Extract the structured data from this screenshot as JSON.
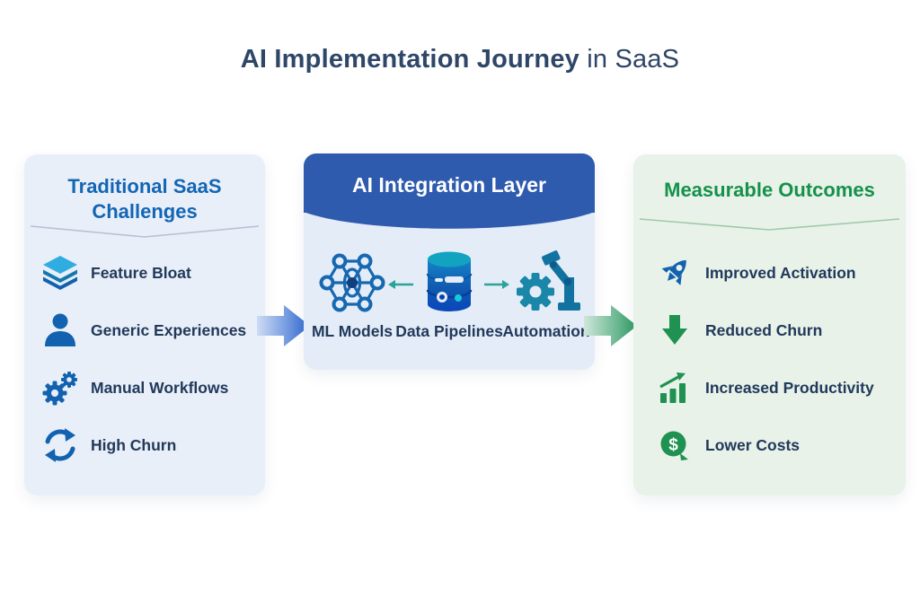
{
  "title": {
    "main": "AI Implementation Journey",
    "suffix": " in SaaS"
  },
  "panels": {
    "challenges": {
      "title": "Traditional SaaS Challenges",
      "items": [
        {
          "icon": "layers-icon",
          "label": "Feature Bloat"
        },
        {
          "icon": "user-icon",
          "label": "Generic Experiences"
        },
        {
          "icon": "gears-icon",
          "label": "Manual Workflows"
        },
        {
          "icon": "sync-icon",
          "label": "High Churn"
        }
      ]
    },
    "integration": {
      "title": "AI Integration Layer",
      "items": [
        {
          "icon": "neural-network-icon",
          "label": "ML Models"
        },
        {
          "icon": "database-icon",
          "label": "Data Pipelines"
        },
        {
          "icon": "automation-icon",
          "label": "Automation"
        }
      ]
    },
    "outcomes": {
      "title": "Measurable Outcomes",
      "items": [
        {
          "icon": "rocket-icon",
          "label": "Improved Activation"
        },
        {
          "icon": "down-arrow-icon",
          "label": "Reduced Churn"
        },
        {
          "icon": "bar-chart-icon",
          "label": "Increased Productivity"
        },
        {
          "icon": "dollar-icon",
          "label": "Lower Costs"
        }
      ]
    }
  },
  "flow_arrows": [
    {
      "name": "challenges-to-integration-arrow",
      "color": "#2f68d0"
    },
    {
      "name": "integration-to-outcomes-arrow",
      "color": "#2d9a64"
    }
  ],
  "colors": {
    "title_text": "#2e4667",
    "challenges_header": "#1266b4",
    "integration_header_bg": "#2e5bae",
    "outcomes_header": "#16914a",
    "item_text": "#21395a",
    "blue_icon": "#1262b0",
    "green_icon": "#1f9150",
    "panel_blue_bg": "#e9eff9",
    "panel_center_bg": "#e4ecf8",
    "panel_green_bg": "#e8f2e9",
    "connector_teal": "#2aa399"
  }
}
